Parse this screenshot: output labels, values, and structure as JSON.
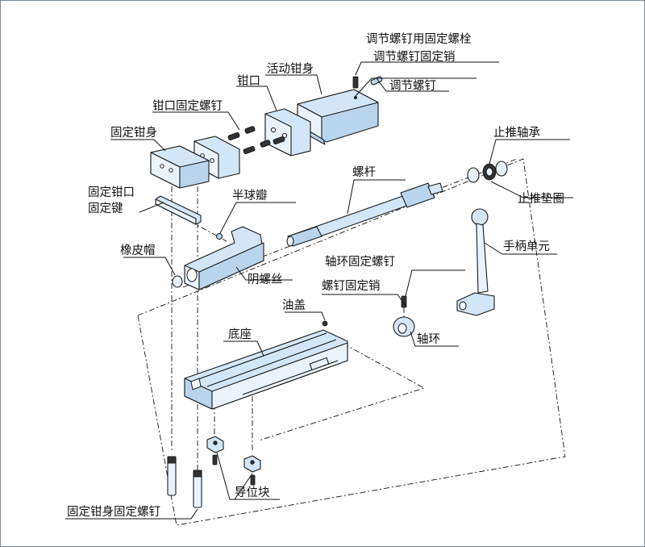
{
  "colors": {
    "part_fill": "#d3e6f7",
    "part_shade": "#b9d5ee",
    "outline": "#1a1a1a",
    "frame_border": "#7a8a96"
  },
  "labels": {
    "adjust_bolt_fixing_bolt": "调节螺钉用固定螺栓",
    "adjust_bolt_fixing_pin": "调节螺钉固定销",
    "adjust_bolt": "调节螺钉",
    "movable_jaw_body": "活动钳身",
    "jaw": "钳口",
    "jaw_fixing_screw": "钳口固定螺钉",
    "fixed_jaw_body": "固定钳身",
    "fixed_jaw_line1": "固定钳口",
    "fixed_jaw_line2": "固定键",
    "thrust_bearing": "止推轴承",
    "thrust_washer": "止推垫圈",
    "screw_rod": "螺杆",
    "half_ball_valve": "半球瓣",
    "rubber_cap": "橡皮帽",
    "female_thread": "阴螺丝",
    "handle_unit": "手柄单元",
    "collar_fixing_screw": "轴环固定螺钉",
    "screw_fixing_pin": "螺钉固定销",
    "oil_cap": "油盖",
    "collar": "轴环",
    "base": "底座",
    "guide_block": "导位块",
    "fixed_jaw_body_fixing_screw": "固定钳身固定螺钉"
  }
}
